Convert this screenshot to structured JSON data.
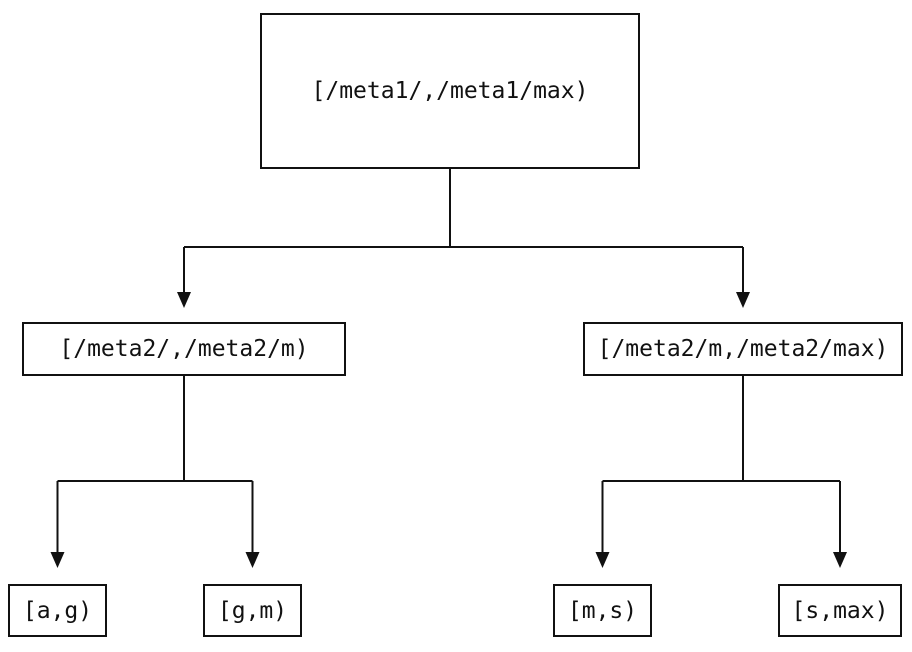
{
  "diagram": {
    "type": "tree",
    "description": "Binary partition tree of key ranges",
    "colors": {
      "background": "#ffffff",
      "line": "#111111",
      "node_border": "#111111",
      "text": "#111111"
    },
    "nodes": {
      "root": {
        "label": "[/meta1/,/meta1/max)"
      },
      "mid_left": {
        "label": "[/meta2/,/meta2/m)"
      },
      "mid_right": {
        "label": "[/meta2/m,/meta2/max)"
      },
      "leaf_ag": {
        "label": "[a,g)"
      },
      "leaf_gm": {
        "label": "[g,m)"
      },
      "leaf_ms": {
        "label": "[m,s)"
      },
      "leaf_smax": {
        "label": "[s,max)"
      }
    },
    "edges": [
      {
        "from": "root",
        "to": [
          "mid_left",
          "mid_right"
        ]
      },
      {
        "from": "mid_left",
        "to": [
          "leaf_ag",
          "leaf_gm"
        ]
      },
      {
        "from": "mid_right",
        "to": [
          "leaf_ms",
          "leaf_smax"
        ]
      }
    ]
  }
}
